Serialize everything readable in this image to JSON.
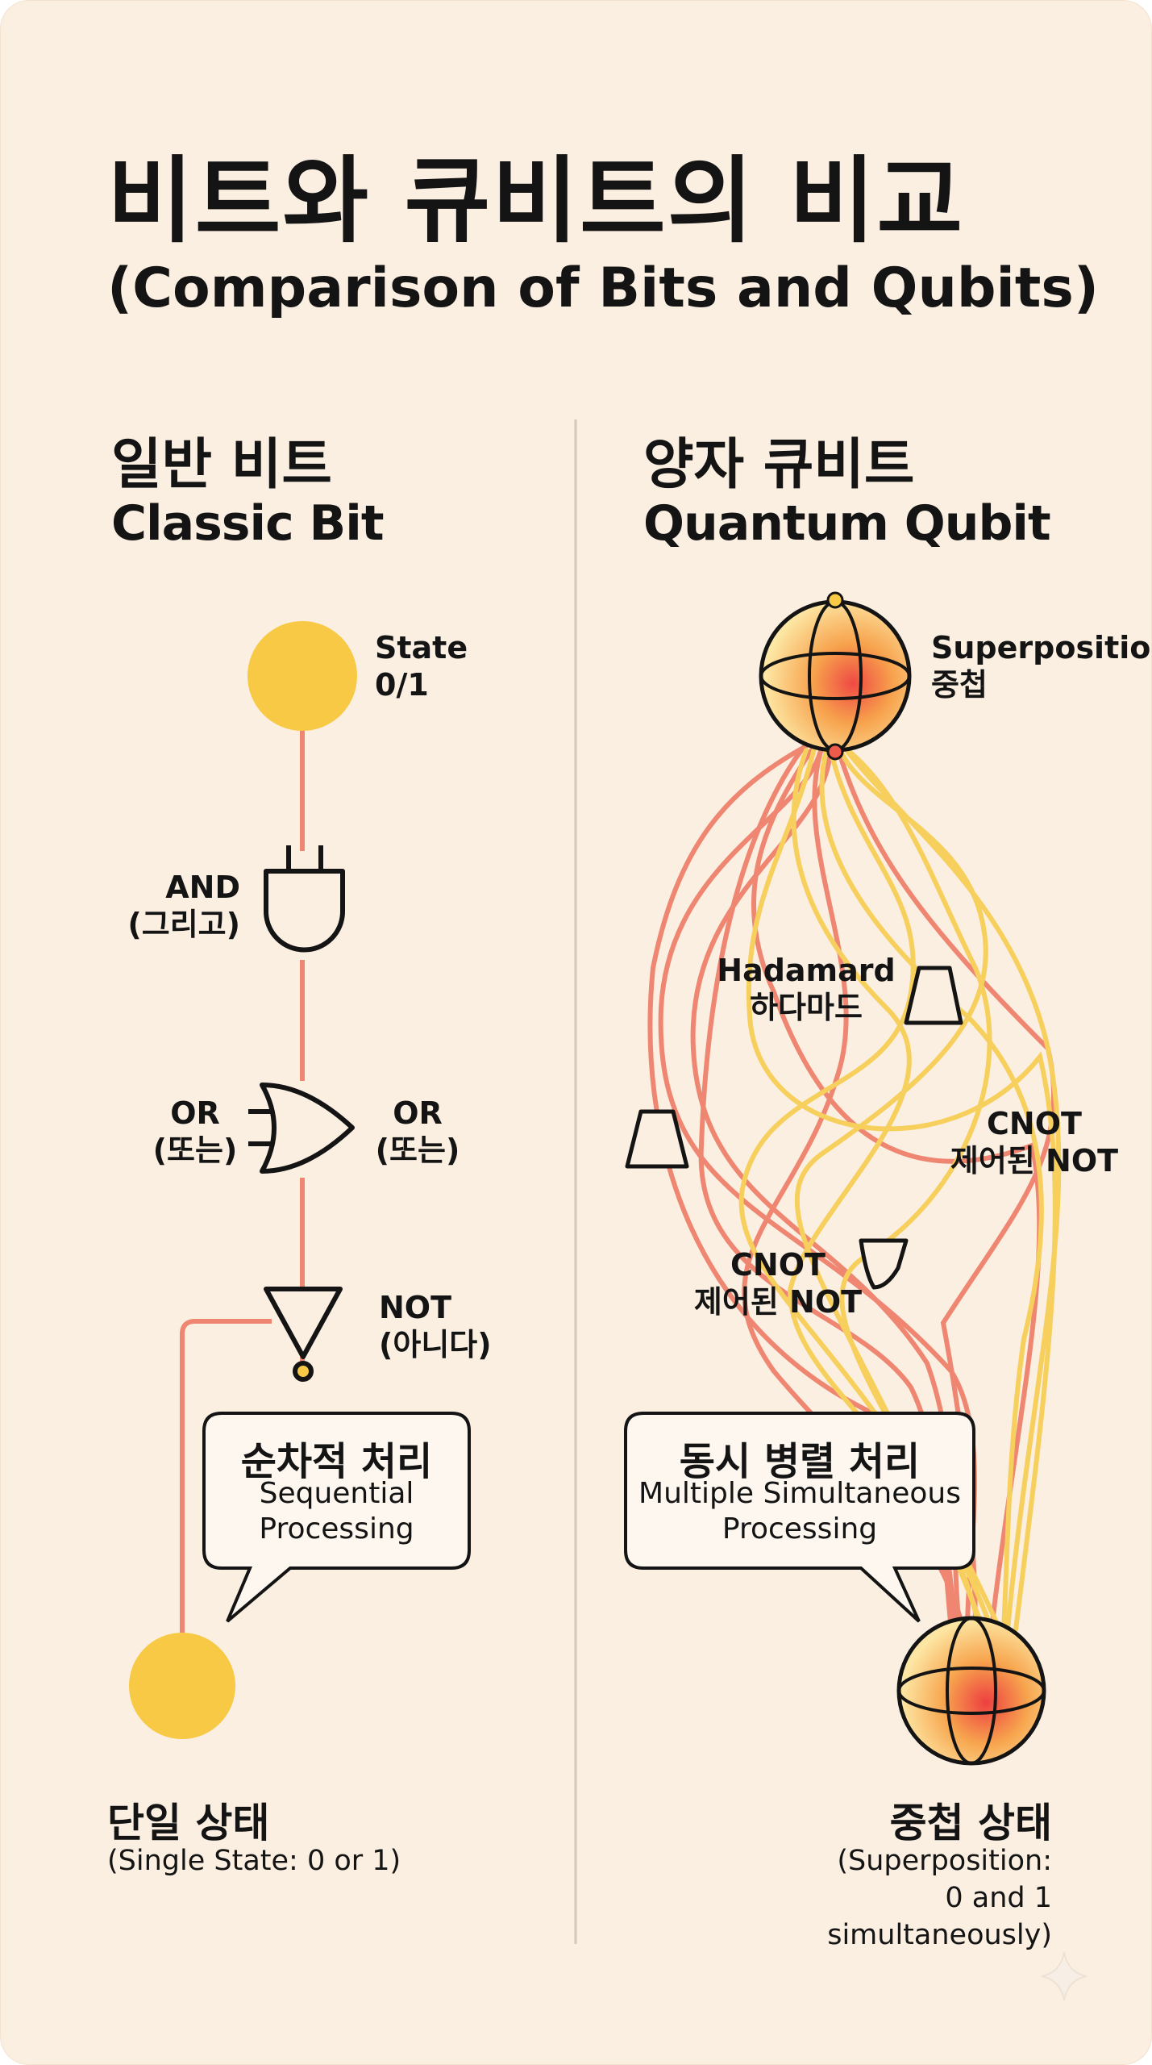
{
  "title": {
    "korean": "비트와 큐비트의 비교",
    "english": "(Comparison of Bits and Qubits)"
  },
  "classic": {
    "heading_ko": "일반 비트",
    "heading_en": "Classic Bit",
    "state_label": [
      "State",
      "0/1"
    ],
    "and_label": [
      "AND",
      "(그리고)"
    ],
    "or_left_label": [
      "OR",
      "(또는)"
    ],
    "or_right_label": [
      "OR",
      "(또는)"
    ],
    "not_label": [
      "NOT",
      "(아니다)"
    ],
    "bubble": {
      "korean": "순차적 처리",
      "english": [
        "Sequential",
        "Processing"
      ]
    },
    "result": {
      "korean": "단일 상태",
      "english": "(Single State: 0 or 1)"
    }
  },
  "quantum": {
    "heading_ko": "양자 큐비트",
    "heading_en": "Quantum Qubit",
    "superposition_label": [
      "Superposition",
      "중첩"
    ],
    "hadamard_label": [
      "Hadamard",
      "하다마드"
    ],
    "cnot_right_label": [
      "CNOT",
      "제어된 NOT"
    ],
    "cnot_center_label": [
      "CNOT",
      "제어된 NOT"
    ],
    "bubble": {
      "korean": "동시 병렬 처리",
      "english": [
        "Multiple Simultaneous",
        "Processing"
      ]
    },
    "result": {
      "korean": "중첩 상태",
      "english": [
        "(Superposition:",
        "0 and 1",
        "simultaneously)"
      ]
    }
  },
  "colors": {
    "background": "#fbefe1",
    "yellow": "#f8c945",
    "coral": "#ee8672",
    "gold_wire": "#f6cf5c",
    "ink": "#141414",
    "divider": "#d7c7b6"
  },
  "icons": [
    "and-gate-icon",
    "or-gate-icon",
    "not-gate-icon",
    "hadamard-gate-icon",
    "cnot-gate-icon",
    "bloch-sphere-icon",
    "sparkle-icon"
  ]
}
